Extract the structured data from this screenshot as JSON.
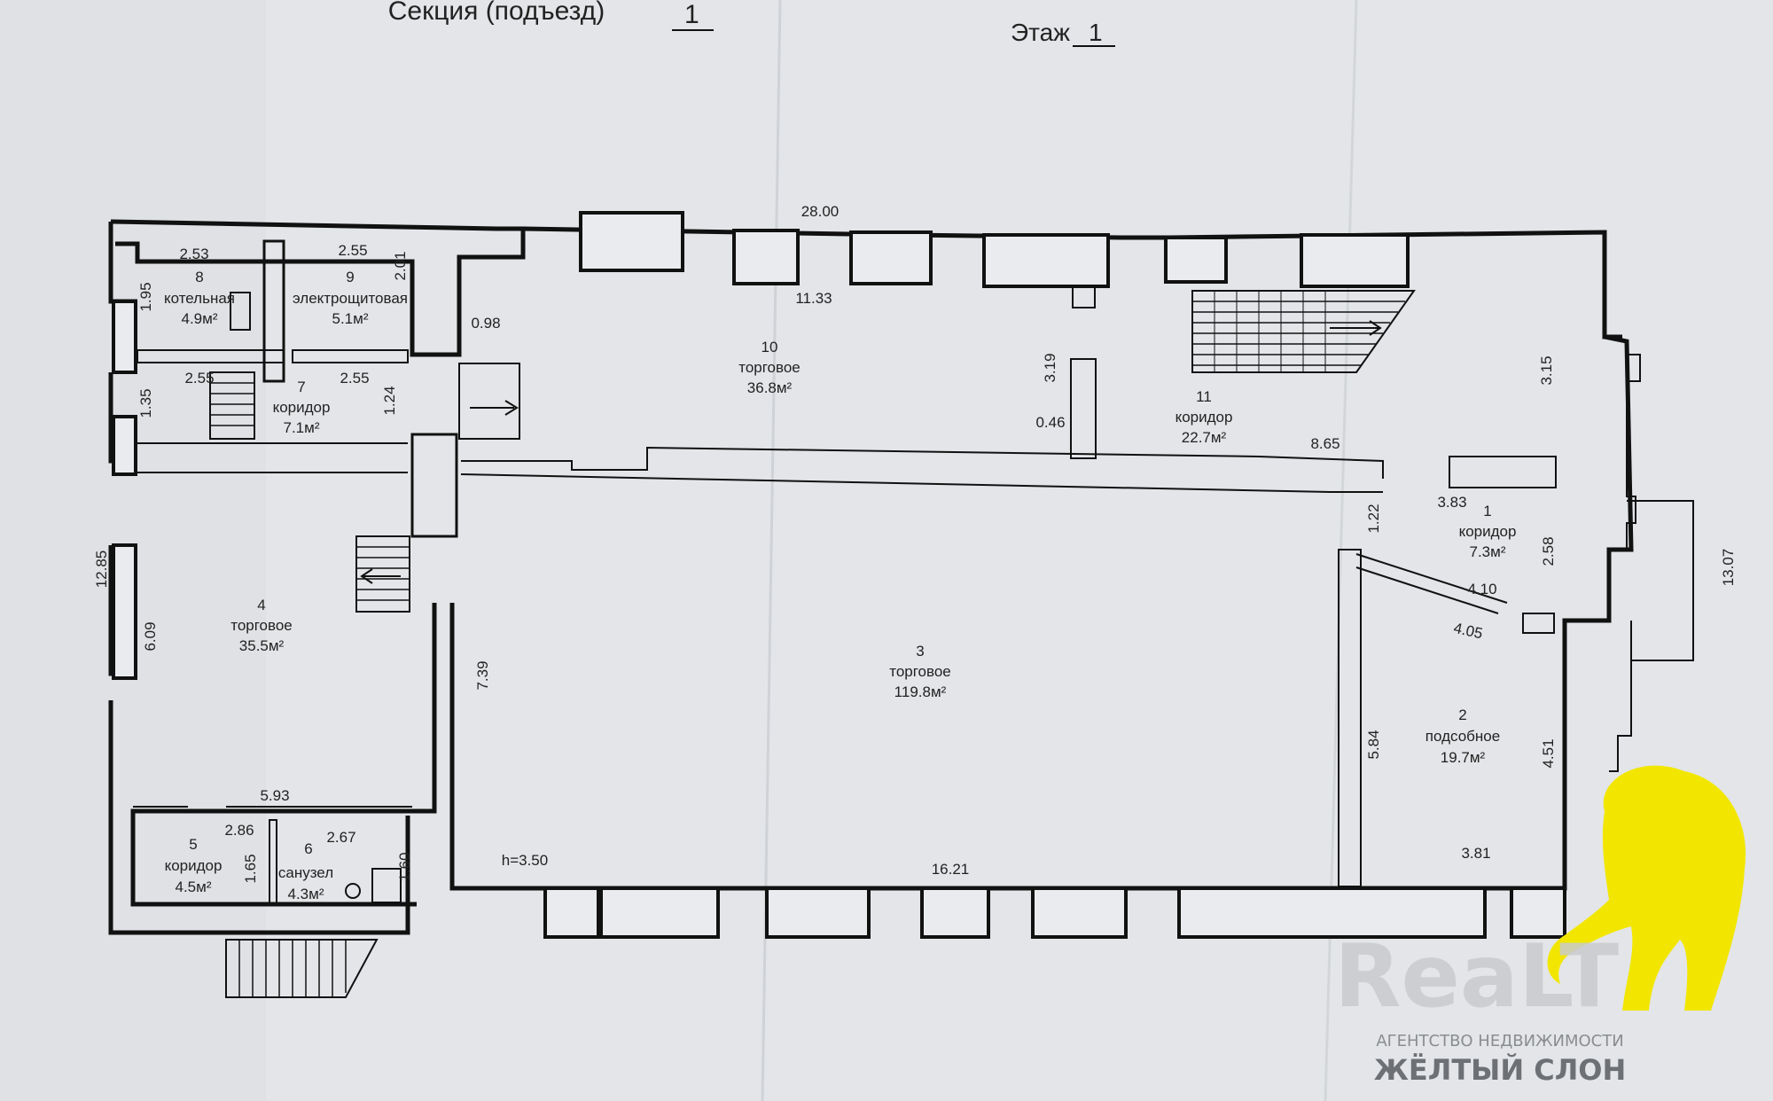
{
  "header": {
    "entrance_label": "Секция (подъезд)",
    "entrance_value": "1",
    "floor_label": "Этаж",
    "floor_value": "1"
  },
  "rooms": [
    {
      "id": "r1",
      "number": "1",
      "name": "коридор",
      "area": "7.3м²"
    },
    {
      "id": "r2",
      "number": "2",
      "name": "подсобное",
      "area": "19.7м²"
    },
    {
      "id": "r3",
      "number": "3",
      "name": "торговое",
      "area": "119.8м²"
    },
    {
      "id": "r4",
      "number": "4",
      "name": "торговое",
      "area": "35.5м²"
    },
    {
      "id": "r5",
      "number": "5",
      "name": "коридор",
      "area": "4.5м²"
    },
    {
      "id": "r6",
      "number": "6",
      "name": "санузел",
      "area": "4.3м²"
    },
    {
      "id": "r7",
      "number": "7",
      "name": "коридор",
      "area": "7.1м²"
    },
    {
      "id": "r8",
      "number": "8",
      "name": "котельная",
      "area": "4.9м²"
    },
    {
      "id": "r9",
      "number": "9",
      "name": "электрощитовая",
      "area": "5.1м²"
    },
    {
      "id": "r10",
      "number": "10",
      "name": "торговое",
      "area": "36.8м²"
    },
    {
      "id": "r11",
      "number": "11",
      "name": "коридор",
      "area": "22.7м²"
    }
  ],
  "dimensions": [
    "28.00",
    "11.33",
    "0.98",
    "2.53",
    "2.55",
    "1.95",
    "2.01",
    "2.55",
    "2.55",
    "1.35",
    "1.24",
    "3.19",
    "0.46",
    "3.15",
    "8.65",
    "3.83",
    "1.22",
    "2.58",
    "13.07",
    "4.10",
    "4.05",
    "12.85",
    "6.09",
    "7.39",
    "5.84",
    "4.51",
    "5.93",
    "2.86",
    "2.67",
    "1.65",
    "1.60",
    "3.81",
    "16.21"
  ],
  "height_label": "h=3.50",
  "watermark": {
    "brand": "ReaLT",
    "agency_line1": "АГЕНТСТВО НЕДВИЖИМОСТИ",
    "agency_line2": "ЖЁЛТЫЙ СЛОН"
  },
  "colors": {
    "paper": "#e3e5e8",
    "ink": "#111111",
    "watermark_yellow": "#f2e600",
    "watermark_gray": "#c8cacc"
  }
}
